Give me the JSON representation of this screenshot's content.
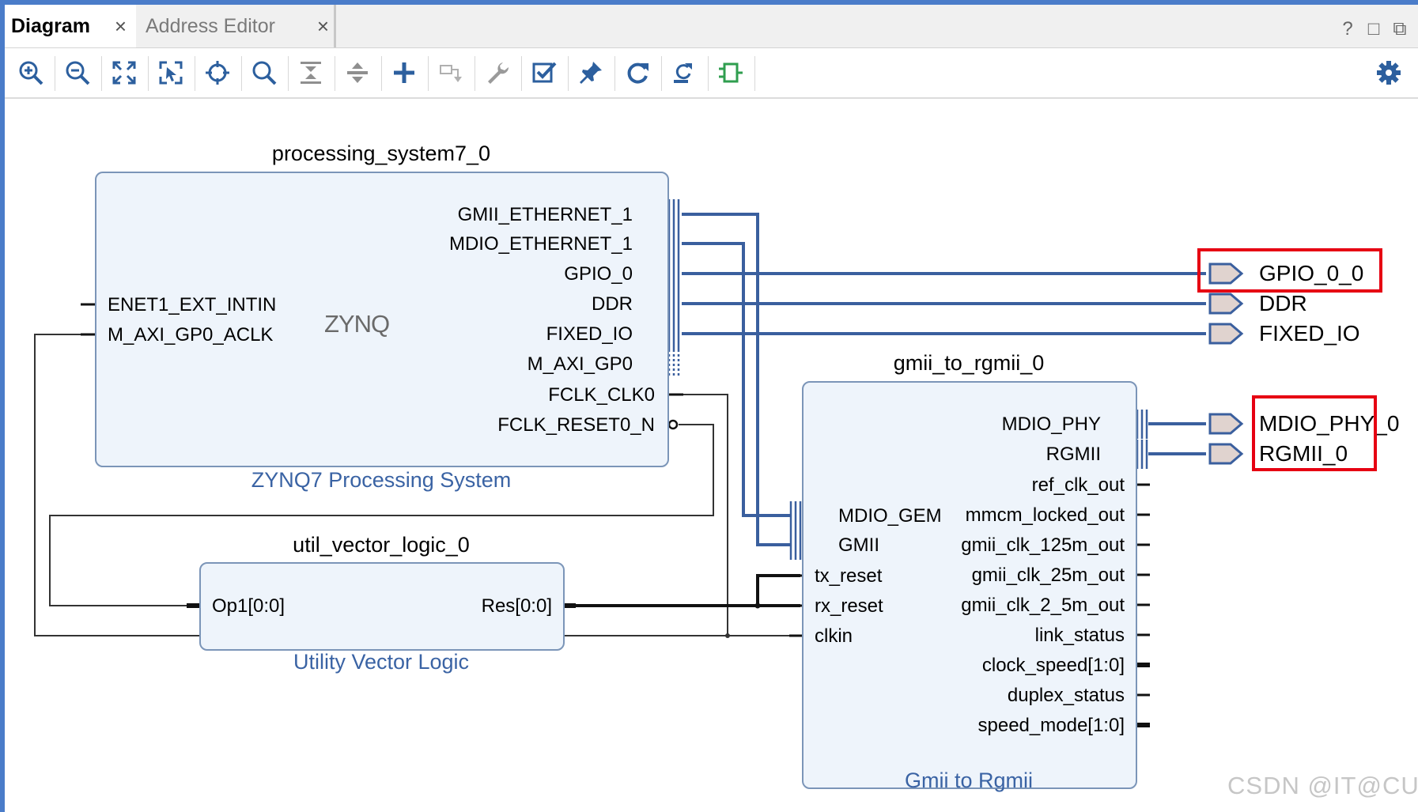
{
  "tabs": [
    {
      "label": "Diagram",
      "close": "×"
    },
    {
      "label": "Address Editor",
      "close": "×"
    }
  ],
  "window_controls": {
    "help": "?",
    "restore": "□",
    "detach": "⧉"
  },
  "toolbar": [
    "zoom-in-icon",
    "zoom-out-icon",
    "fit-full-icon",
    "zoom-selection-icon",
    "crosshair-icon",
    "search-icon",
    "collapse-icon",
    "expand-icon",
    "add-ip-icon",
    "route-icon",
    "wrench-icon",
    "validate-icon",
    "pin-icon",
    "refresh-icon",
    "regenerate-icon",
    "ip-port-icon",
    "settings-icon"
  ],
  "blocks": {
    "ps7": {
      "instance": "processing_system7_0",
      "subtitle": "ZYNQ7 Processing System",
      "logo": "ZYNQ",
      "left_pins": [
        "ENET1_EXT_INTIN",
        "M_AXI_GP0_ACLK"
      ],
      "right_pins": [
        "GMII_ETHERNET_1",
        "MDIO_ETHERNET_1",
        "GPIO_0",
        "DDR",
        "FIXED_IO",
        "M_AXI_GP0",
        "FCLK_CLK0",
        "FCLK_RESET0_N"
      ]
    },
    "gmii": {
      "instance": "gmii_to_rgmii_0",
      "subtitle": "Gmii to Rgmii",
      "left_pins": [
        "MDIO_GEM",
        "GMII",
        "tx_reset",
        "rx_reset",
        "clkin"
      ],
      "right_pins": [
        "MDIO_PHY",
        "RGMII",
        "ref_clk_out",
        "mmcm_locked_out",
        "gmii_clk_125m_out",
        "gmii_clk_25m_out",
        "gmii_clk_2_5m_out",
        "link_status",
        "clock_speed[1:0]",
        "duplex_status",
        "speed_mode[1:0]"
      ]
    },
    "uvl": {
      "instance": "util_vector_logic_0",
      "subtitle": "Utility Vector Logic",
      "in_pin": "Op1[0:0]",
      "out_pin": "Res[0:0]"
    }
  },
  "external_ports": [
    "GPIO_0_0",
    "DDR",
    "FIXED_IO",
    "MDIO_PHY_0",
    "RGMII_0"
  ],
  "colors": {
    "wire_bus": "#3a5f9e",
    "wire_net": "#333333",
    "block_fill": "#eef4fb",
    "highlight": "#e60012",
    "port_fill": "#e0d3cf"
  },
  "watermark": "CSDN @IT@CUI"
}
